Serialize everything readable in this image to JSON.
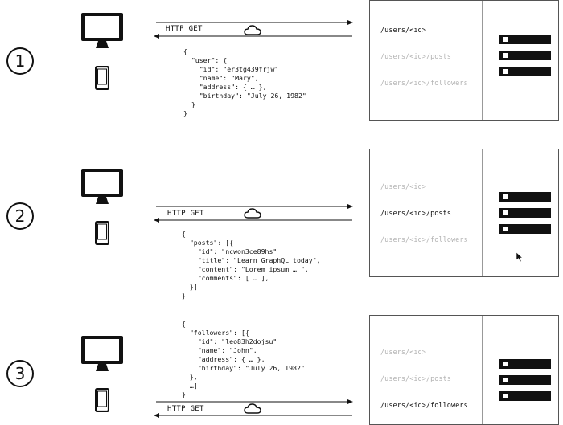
{
  "steps": [
    {
      "number": "1",
      "request_label": "HTTP GET",
      "response_json": "{\n  \"user\": {\n    \"id\": \"er3tg439frjw\"\n    \"name\": \"Mary\",\n    \"address\": { … },\n    \"birthday\": \"July 26, 1982\"\n  }\n}",
      "active_endpoint": "/users/<id>"
    },
    {
      "number": "2",
      "request_label": "HTTP GET",
      "response_json": "{\n  \"posts\": [{\n    \"id\": \"ncwon3ce89hs\"\n    \"title\": \"Learn GraphQL today\",\n    \"content\": \"Lorem ipsum … \",\n    \"comments\": [ … ],\n  }]\n}",
      "active_endpoint": "/users/<id>/posts"
    },
    {
      "number": "3",
      "request_label": "HTTP GET",
      "response_json": "{\n  \"followers\": [{\n    \"id\": \"leo83h2dojsu\"\n    \"name\": \"John\",\n    \"address\": { … },\n    \"birthday\": \"July 26, 1982\"\n  },\n  …]\n}",
      "active_endpoint": "/users/<id>/followers"
    }
  ],
  "endpoints": [
    "/users/<id>",
    "/users/<id>/posts",
    "/users/<id>/followers"
  ],
  "icons": {
    "client_desktop": "monitor-icon",
    "client_mobile": "phone-icon",
    "network": "cloud-icon",
    "server": "server-rack-icon",
    "pointer": "mouse-cursor-icon"
  },
  "colors": {
    "ink": "#111111",
    "inactive_text": "#b3b3b3",
    "panel_border": "#555555"
  }
}
